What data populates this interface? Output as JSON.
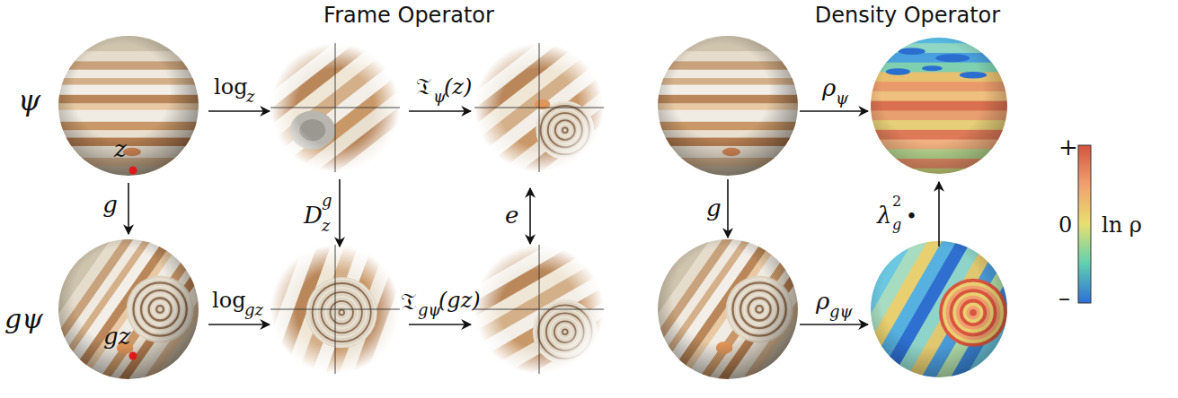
{
  "diagram": {
    "nodes": [
      {
        "text": [
          "ψ",
          "z"
        ]
      },
      {
        "text": [
          "gψ",
          "gz"
        ]
      }
    ],
    "edges": [
      {
        "from": 0,
        "to": 1,
        "arrow": "to",
        "label": "g"
      }
    ],
    "labels": [
      "Frame Operator",
      "Density Operator",
      "log",
      "z",
      "𝔗",
      "ψ",
      "(z)",
      "D",
      "g",
      "z",
      "e",
      "log",
      "gz",
      "𝔗",
      "gψ",
      "(gz)",
      "ρ",
      "ψ",
      "g",
      "λ",
      "2",
      "g",
      "•",
      "ρ",
      "gψ",
      "+",
      "0",
      "–",
      "ln ρ"
    ]
  }
}
